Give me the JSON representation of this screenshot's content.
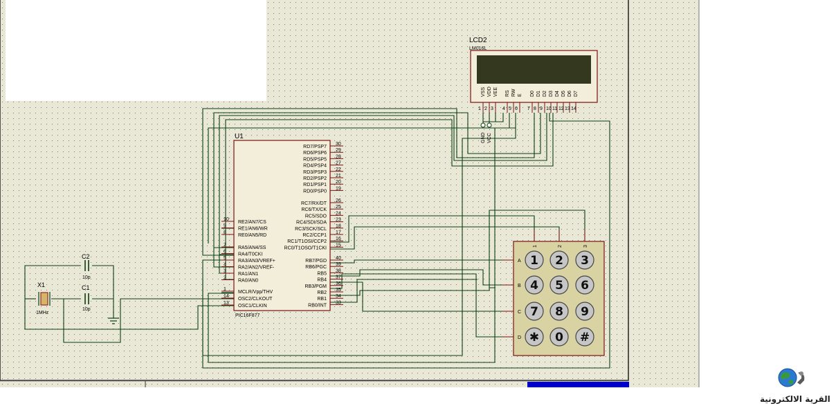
{
  "colors": {
    "sheet_bg": "#e9e7d6",
    "grid_dot": "#7a7a6a",
    "component_outline": "#7a1010",
    "component_fill": "#f3eed9",
    "wire": "#0b3f12",
    "lcd_screen": "#34381e",
    "status_bar": "#0000c8",
    "key_fill": "#c6c6c6"
  },
  "lcd": {
    "ref": "LCD2",
    "part": "LM016L",
    "pin_names": [
      "VSS",
      "VDD",
      "VEE",
      "RS",
      "RW",
      "E",
      "D0",
      "D1",
      "D2",
      "D3",
      "D4",
      "D5",
      "D6",
      "D7"
    ],
    "pin_numbers": [
      "1",
      "2",
      "3",
      "4",
      "5",
      "6",
      "7",
      "8",
      "9",
      "10",
      "11",
      "12",
      "13",
      "14"
    ]
  },
  "power": {
    "gnd": "GND",
    "vcc": "VCC"
  },
  "mcu": {
    "ref": "U1",
    "part": "PIC16F877",
    "right_pins": [
      {
        "name": "RD7/PSP7",
        "num": "30"
      },
      {
        "name": "RD6/PSP6",
        "num": "29"
      },
      {
        "name": "RD5/PSP5",
        "num": "28"
      },
      {
        "name": "RD4/PSP4",
        "num": "27"
      },
      {
        "name": "RD3/PSP3",
        "num": "22"
      },
      {
        "name": "RD2/PSP2",
        "num": "21"
      },
      {
        "name": "RD1/PSP1",
        "num": "20"
      },
      {
        "name": "RD0/PSP0",
        "num": "19"
      },
      {
        "name": "RC7/RX/DT",
        "num": "26"
      },
      {
        "name": "RC6/TX/CK",
        "num": "25"
      },
      {
        "name": "RC5/SDO",
        "num": "24"
      },
      {
        "name": "RC4/SDI/SDA",
        "num": "23"
      },
      {
        "name": "RC3/SCK/SCL",
        "num": "18"
      },
      {
        "name": "RC2/CCP1",
        "num": "17"
      },
      {
        "name": "RC1/T1OSI/CCP2",
        "num": "16"
      },
      {
        "name": "RC0/T1OSO/T1CKI",
        "num": "15"
      },
      {
        "name": "RB7/PGD",
        "num": "40"
      },
      {
        "name": "RB6/PGC",
        "num": "39"
      },
      {
        "name": "RB5",
        "num": "38"
      },
      {
        "name": "RB4",
        "num": "37"
      },
      {
        "name": "RB3/PGM",
        "num": "36"
      },
      {
        "name": "RB2",
        "num": "35"
      },
      {
        "name": "RB1",
        "num": "34"
      },
      {
        "name": "RB0/INT",
        "num": "33"
      }
    ],
    "left_pins_upper": [
      {
        "name": "RE2/AN7/CS",
        "num": "10"
      },
      {
        "name": "RE1/AN6/WR",
        "num": "9"
      },
      {
        "name": "RE0/AN5/RD",
        "num": "8"
      }
    ],
    "left_pins_porta": [
      {
        "name": "RA5/AN4/SS",
        "num": "7"
      },
      {
        "name": "RA4/T0CKI",
        "num": "6"
      },
      {
        "name": "RA3/AN3/VREF+",
        "num": "5"
      },
      {
        "name": "RA2/AN2/VREF-",
        "num": "4"
      },
      {
        "name": "RA1/AN1",
        "num": "3"
      },
      {
        "name": "RA0/AN0",
        "num": "2"
      }
    ],
    "left_pins_osc": [
      {
        "name": "MCLR/Vpp/THV",
        "num": "1"
      },
      {
        "name": "OSC2/CLKOUT",
        "num": "14"
      },
      {
        "name": "OSC1/CLKIN",
        "num": "13"
      }
    ]
  },
  "crystal": {
    "ref": "X1",
    "value": "1MHz"
  },
  "caps": [
    {
      "ref": "C2",
      "value": "10p"
    },
    {
      "ref": "C1",
      "value": "10p"
    }
  ],
  "keypad": {
    "column_labels": [
      "1",
      "2",
      "3"
    ],
    "row_labels": [
      "A",
      "B",
      "C",
      "D"
    ],
    "keys": [
      "1",
      "2",
      "3",
      "4",
      "5",
      "6",
      "7",
      "8",
      "9",
      "✱",
      "0",
      "#"
    ]
  },
  "logo": {
    "text": "القرية الالكترونية"
  }
}
